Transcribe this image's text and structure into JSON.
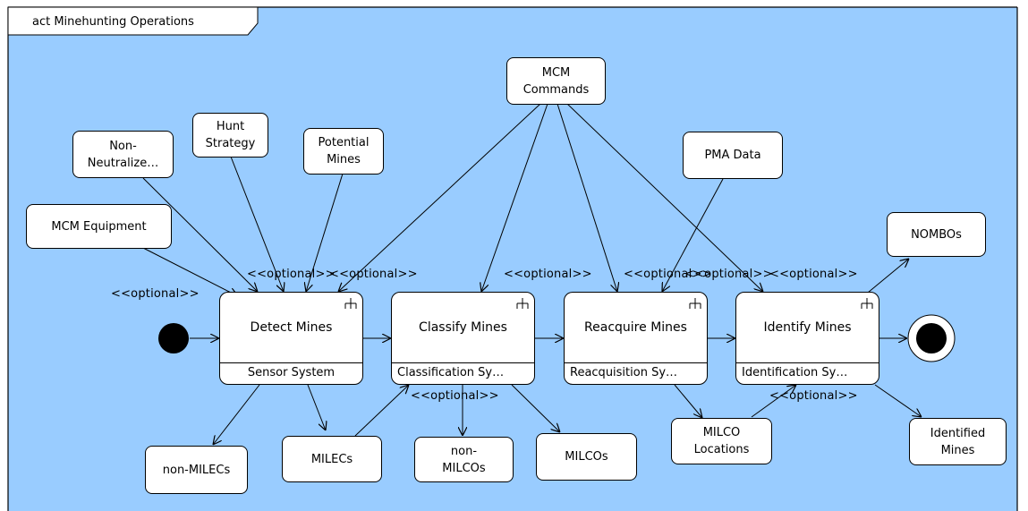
{
  "frame": {
    "label": "act Minehunting Operations"
  },
  "colors": {
    "background": "#99ccff",
    "frame_border": "#000000",
    "node_fill": "#ffffff"
  },
  "pins": {
    "mcm_commands": "MCM\nCommands",
    "hunt_strategy": "Hunt\nStrategy",
    "non_neutralize": "Non-\nNeutralize…",
    "potential_mines": "Potential\nMines",
    "mcm_equipment": "MCM Equipment",
    "pma_data": "PMA Data",
    "nombos": "NOMBOs",
    "non_milecs": "non-MILECs",
    "milecs": "MILECs",
    "non_milcos": "non-\nMILCOs",
    "milcos": "MILCOs",
    "milco_locations": "MILCO\nLocations",
    "identified_mines": "Identified\nMines"
  },
  "actions": [
    {
      "name": "Detect Mines",
      "partition": "Sensor System"
    },
    {
      "name": "Classify Mines",
      "partition": "Classification Sy…"
    },
    {
      "name": "Reacquire Mines",
      "partition": "Reacquisition Sy…"
    },
    {
      "name": "Identify Mines",
      "partition": "Identification Sy…"
    }
  ],
  "stereotypes": {
    "s1": "<<optional>>",
    "s2": "<<optional>>",
    "s3": "<<optional>>",
    "s4": "<<optional>>",
    "s5": "<<optional>>",
    "s6": "<<optional>>",
    "s7": "<<optional>>",
    "s8": "<<optional>>",
    "s9": "<<optional>>",
    "s10": "<<optional>>"
  }
}
